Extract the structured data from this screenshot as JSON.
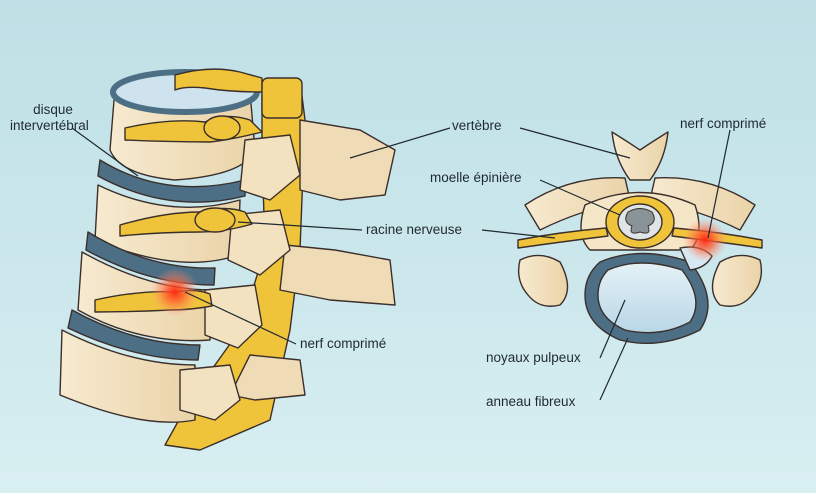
{
  "labels": {
    "disque_line1": "disque",
    "disque_line2": "intervertébral",
    "vertebre": "vertèbre",
    "moelle": "moelle épinière",
    "racine": "racine nerveuse",
    "nerf_left": "nerf comprimé",
    "nerf_right": "nerf comprimé",
    "noyaux": "noyaux pulpeux",
    "anneau": "anneau fibreux"
  },
  "colors": {
    "background": "#c4e3e8",
    "bone": "#f5e6c8",
    "bone_shadow": "#d9c29a",
    "disc_ring": "#4d6f86",
    "disc_core": "#d6e9f2",
    "nerve": "#f0c43a",
    "inflammation": "#ff3b1f",
    "outline": "#3a2f2a"
  }
}
